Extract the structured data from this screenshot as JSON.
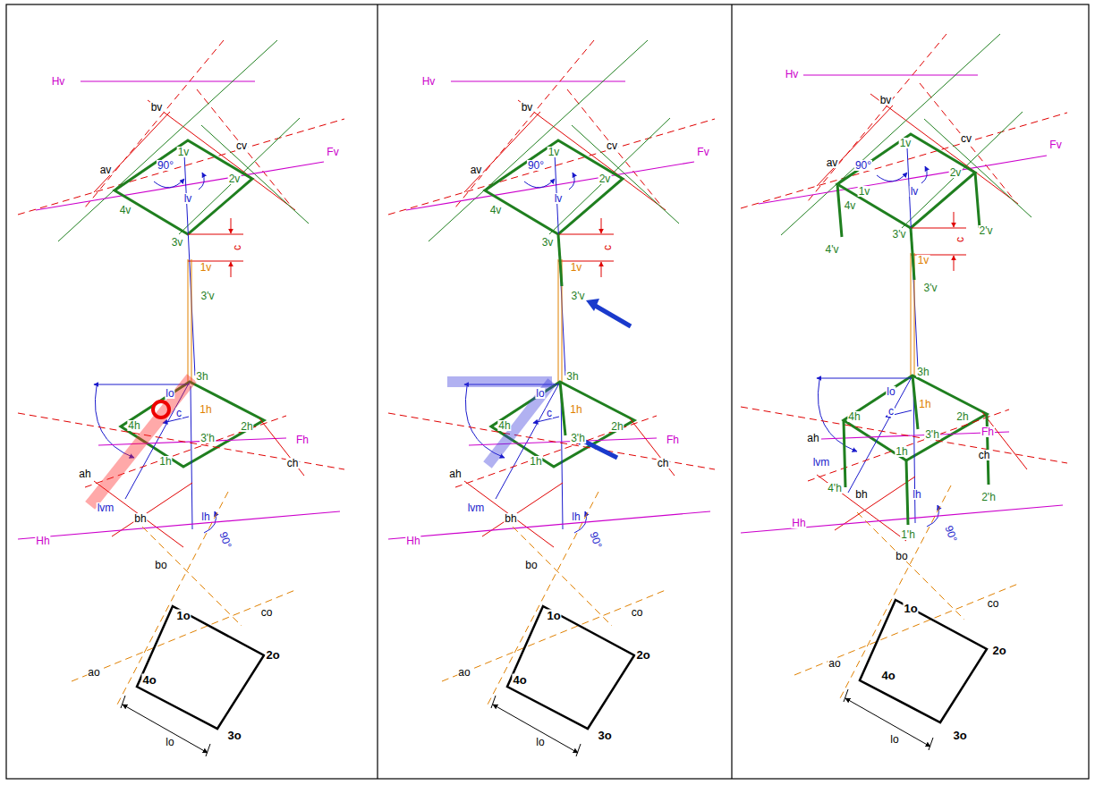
{
  "diagram": {
    "labels": [
      "Hv",
      "bv",
      "cv",
      "Fv",
      "av",
      "1v",
      "90°",
      "2v",
      "4v",
      "lv",
      "3v",
      "c",
      "1v",
      "3'v",
      "lo",
      "3h",
      "4h",
      "c",
      "1h",
      "2h",
      "ah",
      "3'h",
      "Fh",
      "1h",
      "lvm",
      "ch",
      "bh",
      "lh",
      "Hh",
      "90°",
      "bo",
      "co",
      "1o",
      "ao",
      "2o",
      "4o",
      "lo",
      "3o",
      "Hv",
      "bv",
      "cv",
      "Fv",
      "av",
      "1v",
      "90°",
      "2v",
      "4v",
      "lv",
      "3v",
      "c",
      "1v",
      "3'v",
      "lo",
      "3h",
      "4h",
      "c",
      "1h",
      "2h",
      "ah",
      "3'h",
      "Fh",
      "1h",
      "lvm",
      "ch",
      "bh",
      "lh",
      "Hh",
      "90°",
      "bo",
      "co",
      "1o",
      "ao",
      "2o",
      "4o",
      "lo",
      "3o",
      "Hv",
      "bv",
      "cv",
      "Fv",
      "av",
      "1v",
      "90°",
      "2v",
      "1v",
      "lv",
      "4v",
      "3'v",
      "2'v",
      "c",
      "4'v",
      "1v",
      "3'v",
      "lo",
      "3h",
      "4h",
      "c",
      "1h",
      "2h",
      "ah",
      "3'h",
      "Fh",
      "lvm",
      "1h",
      "ch",
      "4'h",
      "bh",
      "lh",
      "2'h",
      "1'h",
      "Hh",
      "90°",
      "bo",
      "co",
      "1o",
      "ao",
      "2o",
      "4o",
      "lo",
      "3o"
    ]
  }
}
